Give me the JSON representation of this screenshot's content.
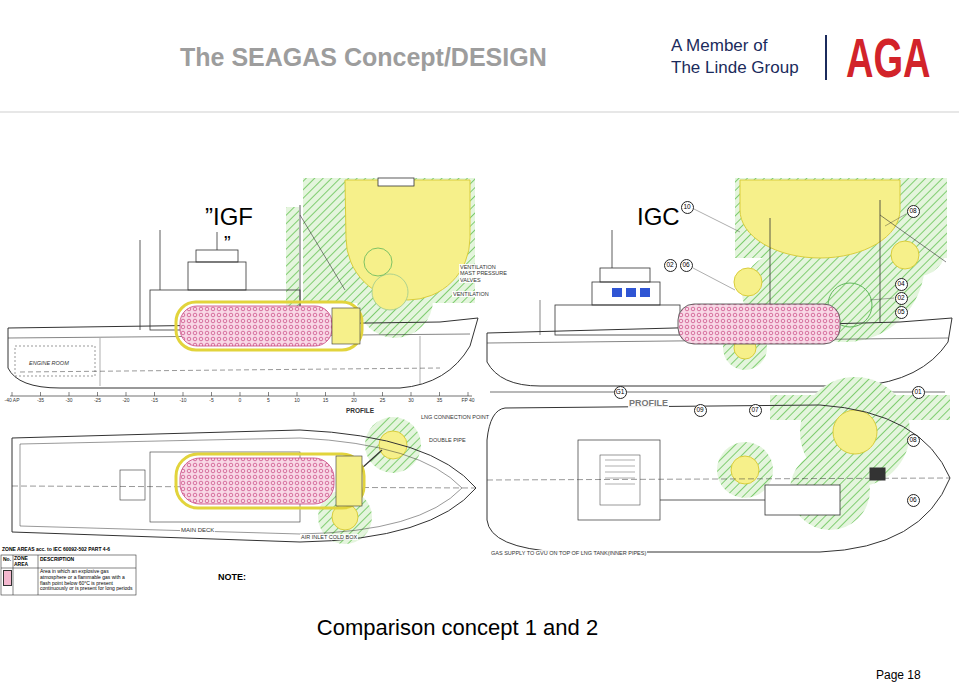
{
  "diagram": {
    "title": "The SEAGAS Concept/DESIGN",
    "caption": "Comparison concept 1 and 2",
    "nodes": [
      {
        "text": [
          "10"
        ]
      },
      {
        "text": [
          "08"
        ]
      },
      {
        "text": [
          "02"
        ]
      },
      {
        "text": [
          "06"
        ]
      },
      {
        "text": [
          "04"
        ]
      },
      {
        "text": [
          "02"
        ]
      },
      {
        "text": [
          "05"
        ]
      },
      {
        "text": [
          "G1"
        ]
      },
      {
        "text": [
          "01"
        ]
      },
      {
        "text": [
          "09"
        ]
      },
      {
        "text": [
          "07"
        ]
      },
      {
        "text": [
          "08"
        ]
      },
      {
        "text": [
          "06"
        ]
      }
    ],
    "labels": [
      "A Member of",
      "The Linde Group",
      "AGA",
      "”IGF",
      "”",
      "IGC",
      "Page 18",
      "ENGINE ROOM",
      "PROFILE",
      "MAIN DECK",
      "LNG CONNECTION POINT",
      "DOUBLE PIPE",
      "AIR INLET COLD BOX",
      "VENTILATION",
      "VENTILATION MAST PRESSURE VALVES",
      "PROFILE",
      "GAS SUPPLY TO GVU ON TOP OF LNG TANK(INNER PIPES)",
      "NOTE:",
      "ZONE AREAS acc. to IEC 60092-502 PART 4-6",
      "No.",
      "ZONE AREA",
      "DESCRIPTION",
      "-40 AP",
      "-35",
      "-30",
      "-25",
      "-20",
      "-15",
      "-10",
      "-5",
      "0",
      "5",
      "10",
      "15",
      "20",
      "25",
      "30",
      "35",
      "FP 40"
    ],
    "legend": [
      {
        "text": "Area in which an explosive gas atmosphere or a flammable gas with a flash point below 60°C is present continuously or is present for long periods",
        "color": "#f4b8cf"
      }
    ]
  }
}
